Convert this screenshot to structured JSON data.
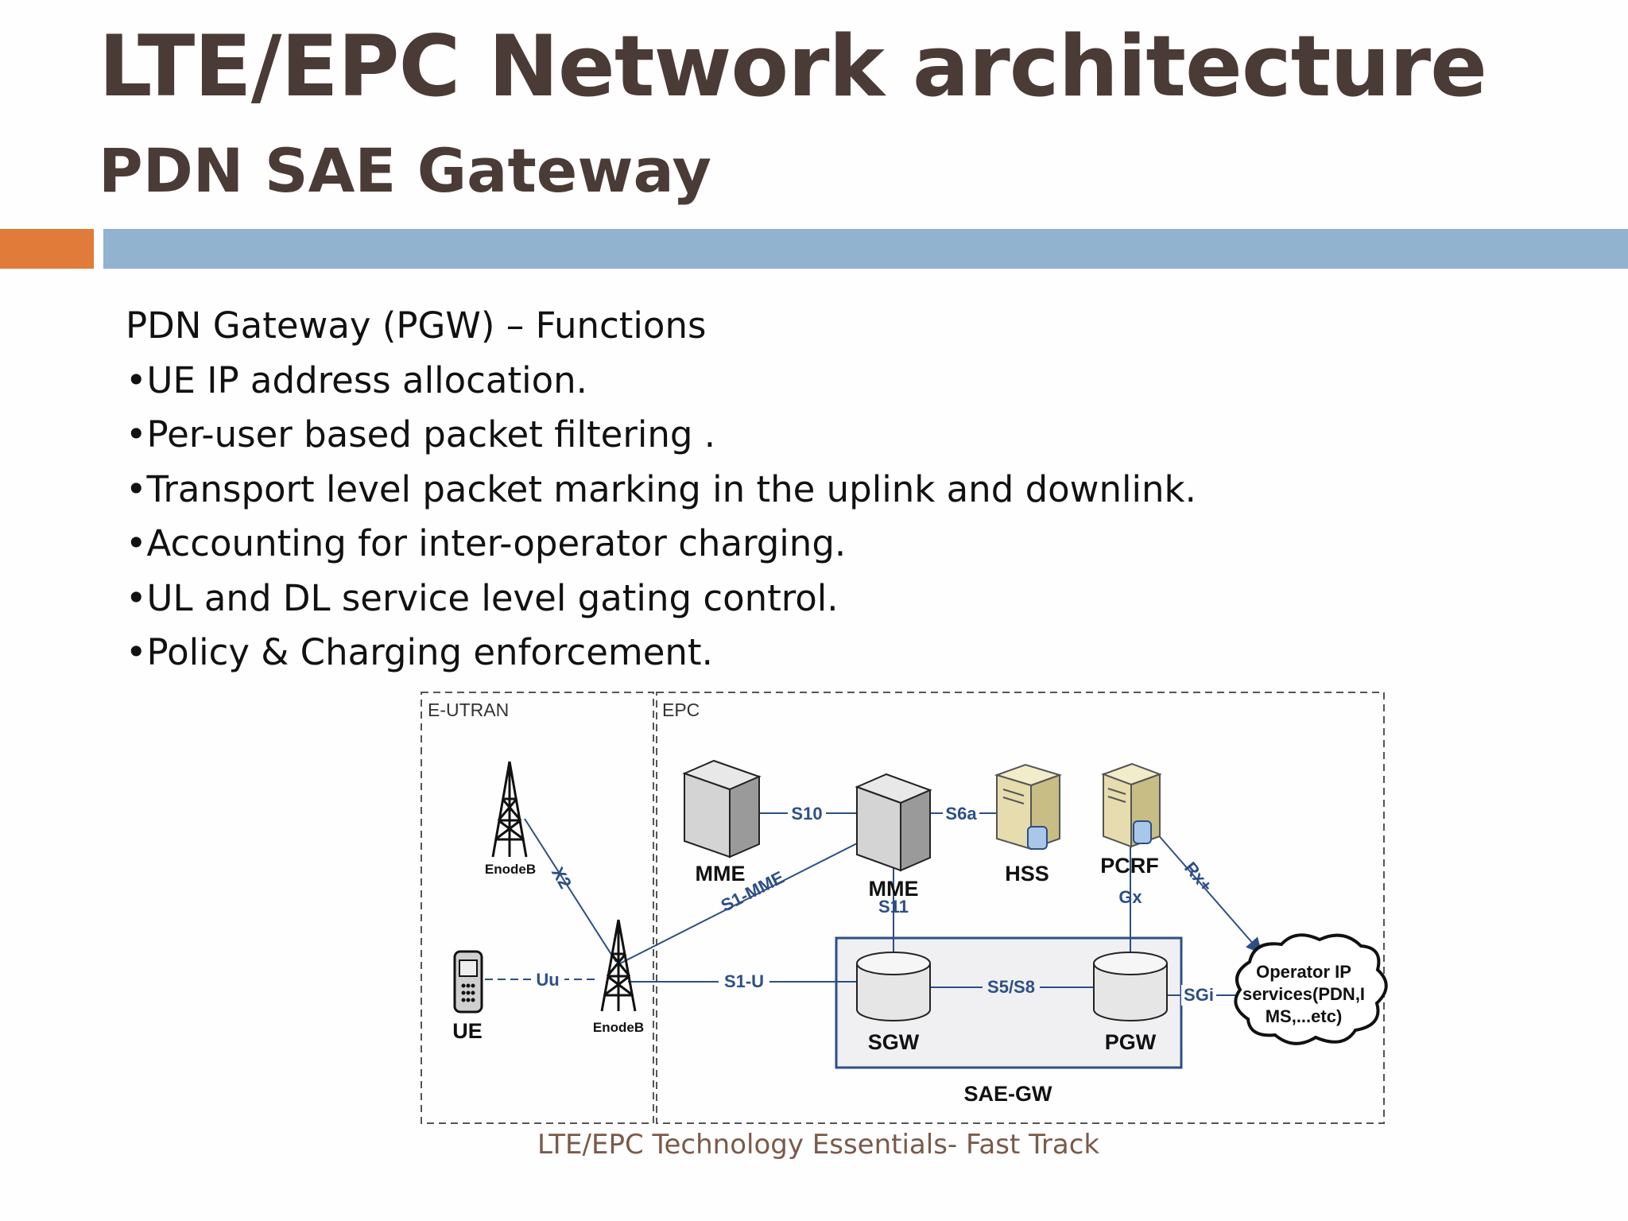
{
  "slide": {
    "title": "LTE/EPC Network architecture",
    "subtitle": "PDN SAE Gateway",
    "accent_colors": {
      "orange": "#e07b3a",
      "blue": "#92b3cf"
    },
    "heading": "PDN Gateway (PGW) – Functions",
    "bullets": [
      "•UE IP address allocation.",
      "•Per-user based packet filtering .",
      "•Transport level packet marking in the uplink and downlink.",
      "•Accounting for inter-operator charging.",
      "•UL and DL service level gating control.",
      "•Policy & Charging enforcement."
    ],
    "footer": "LTE/EPC Technology Essentials- Fast Track"
  },
  "diagram": {
    "regions": {
      "eutran": "E-UTRAN",
      "epc": "EPC"
    },
    "nodes": {
      "enodeb_top": "EnodeB",
      "enodeb_bottom": "EnodeB",
      "ue": "UE",
      "mme_left": "MME",
      "mme_right": "MME",
      "hss": "HSS",
      "pcrf": "PCRF",
      "sgw": "SGW",
      "pgw": "PGW",
      "sae_gw": "SAE-GW",
      "operator_line1": "Operator IP",
      "operator_line2": "services(PDN,I",
      "operator_line3": "MS,...etc)"
    },
    "interfaces": {
      "s10": "S10",
      "s6a": "S6a",
      "x2": "X2",
      "s1_mme": "S1-MME",
      "s11": "S11",
      "gx": "Gx",
      "rx": "Rx+",
      "uu": "Uu",
      "s1_u": "S1-U",
      "s5_s8": "S5/S8",
      "sgi": "SGi"
    },
    "colors": {
      "link": "#2d4f86",
      "label": "#2d4f86",
      "box_fill": "#f0f0f2"
    }
  }
}
